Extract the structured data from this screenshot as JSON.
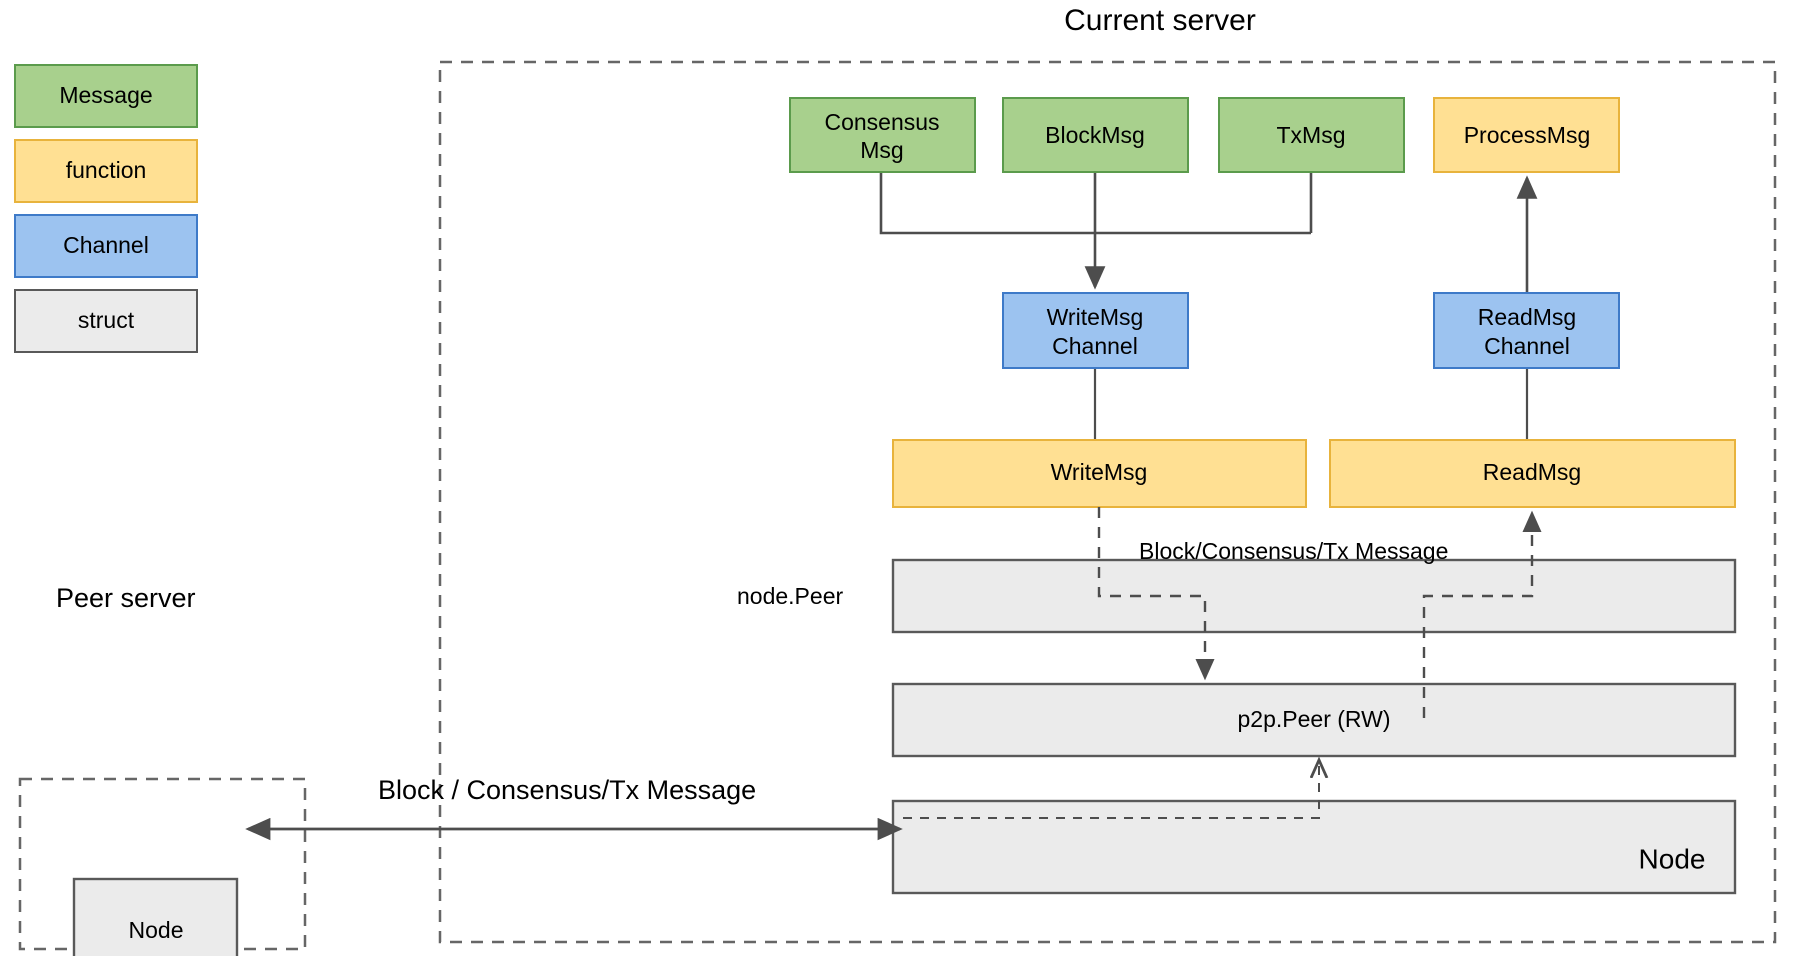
{
  "colors": {
    "message_fill": "#A8D08D",
    "message_stroke": "#5B9B4C",
    "function_fill": "#FFE093",
    "function_stroke": "#E8B33C",
    "channel_fill": "#9CC3F0",
    "channel_stroke": "#3E7AC8",
    "struct_fill": "#EBEBEB",
    "struct_stroke": "#595959",
    "connector": "#4D4D4D",
    "dashed_border": "#666666",
    "text": "#000000"
  },
  "legend": {
    "items": [
      {
        "label": "Message",
        "kind": "message"
      },
      {
        "label": "function",
        "kind": "function"
      },
      {
        "label": "Channel",
        "kind": "channel"
      },
      {
        "label": "struct",
        "kind": "struct"
      }
    ]
  },
  "current_server": {
    "title": "Current server",
    "messages": [
      {
        "line1": "Consensus",
        "line2": "Msg"
      },
      {
        "line1": "BlockMsg",
        "line2": ""
      },
      {
        "line1": "TxMsg",
        "line2": ""
      }
    ],
    "process_msg": "ProcessMsg",
    "channels": [
      {
        "line1": "WriteMsg",
        "line2": "Channel"
      },
      {
        "line1": "ReadMsg",
        "line2": "Channel"
      }
    ],
    "functions": [
      {
        "label": "WriteMsg"
      },
      {
        "label": "ReadMsg"
      }
    ],
    "node_peer_label": "node.Peer",
    "structs": [
      {
        "label": ""
      },
      {
        "label": "p2p.Peer (RW)"
      },
      {
        "label": "Node"
      }
    ],
    "inner_message_label": "Block/Consensus/Tx Message"
  },
  "peer_server": {
    "title": "Peer server",
    "node_label": "Node"
  },
  "link": {
    "label": "Block / Consensus/Tx Message"
  }
}
